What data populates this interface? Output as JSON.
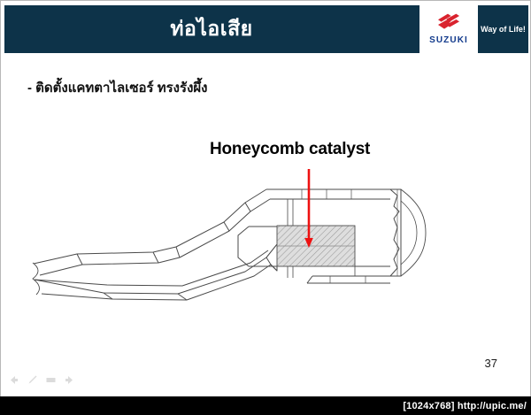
{
  "header": {
    "title": "ท่อไอเสีย",
    "background_color": "#0d3349",
    "brand": {
      "logo_icon": "suzuki-s-logo-icon",
      "wordmark": "SUZUKI",
      "wordmark_color": "#123a8c",
      "logo_color": "#d9232e",
      "tagline": "Way of Life!"
    }
  },
  "body": {
    "bullet_text": "- ติดตั้งแคทตาไลเซอร์ ทรงรังผึ้ง",
    "callout_label": "Honeycomb catalyst",
    "callout_arrow_color": "#ee1111"
  },
  "diagram": {
    "name": "exhaust-system-line-drawing",
    "line_color": "#4a4a4a",
    "catalyst_fill": "#d8d8d8",
    "parts": [
      "front-pipe-flange",
      "front-pipe",
      "honeycomb-catalyst-block",
      "center-pipe",
      "muffler-body",
      "tail-end-cap"
    ]
  },
  "footer": {
    "slide_number": "37",
    "toolbar_icons": [
      "previous-arrow-icon",
      "pen-icon",
      "menu-icon",
      "next-arrow-icon"
    ],
    "watermark": "[1024x768] http://upic.me/",
    "watermark_background": "#000000"
  }
}
